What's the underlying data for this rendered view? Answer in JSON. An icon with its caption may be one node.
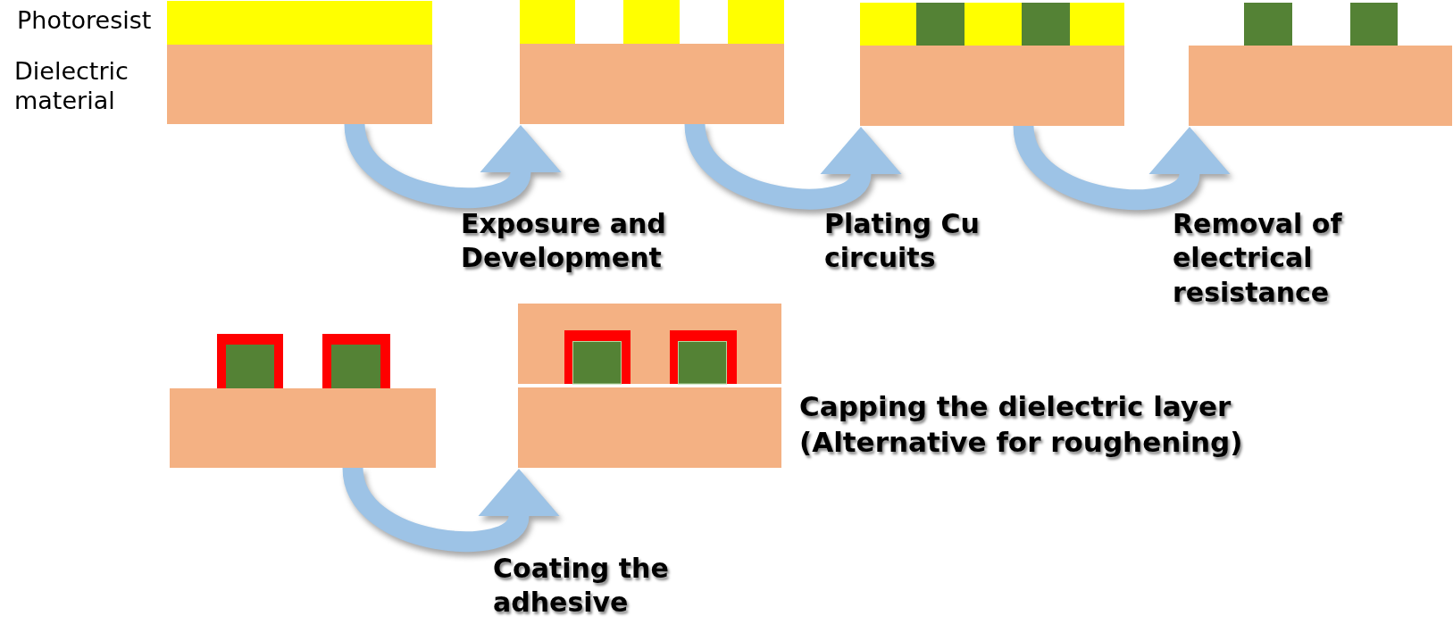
{
  "diagram": {
    "nodes": [
      {
        "text": [],
        "shape": "box"
      },
      {
        "text": [],
        "shape": "box"
      },
      {
        "text": [],
        "shape": "box"
      },
      {
        "text": [],
        "shape": "box"
      },
      {
        "text": [],
        "shape": "box"
      },
      {
        "text": [],
        "shape": "picture",
        "beside": [
          "Capping the dielectric layer (Alternative for roughening)"
        ]
      }
    ],
    "edges": [
      {
        "from": 0,
        "to": 1,
        "arrow": "to",
        "label": "Exposure and Development"
      },
      {
        "from": 1,
        "to": 2,
        "arrow": "to",
        "label": "Plating Cu circuits"
      },
      {
        "from": 2,
        "to": 3,
        "arrow": "to",
        "label": "Removal of electrical resistance"
      },
      {
        "from": 4,
        "to": 5,
        "arrow": "to",
        "label": "Coating the adhesive"
      }
    ],
    "labels": [
      "Photoresist",
      "Dielectric material"
    ]
  }
}
